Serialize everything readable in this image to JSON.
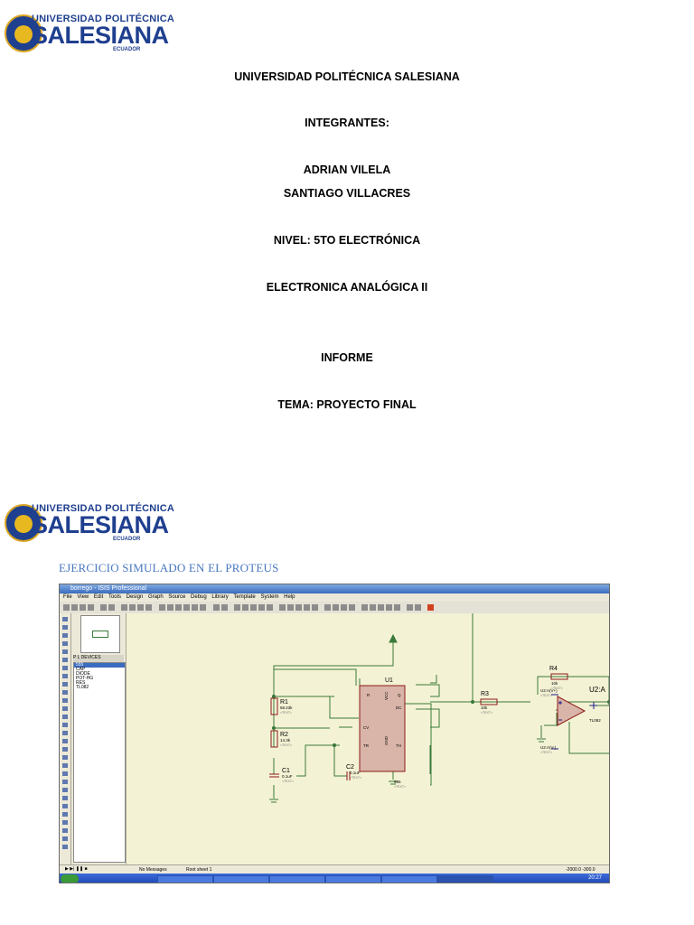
{
  "logo": {
    "line1": "UNIVERSIDAD POLITÉCNICA",
    "line2": "SALESIANA",
    "line3": "ECUADOR"
  },
  "cover": {
    "university": "UNIVERSIDAD POLITÉCNICA SALESIANA",
    "members_label": "INTEGRANTES:",
    "member1": "ADRIAN VILELA",
    "member2": "SANTIAGO VILLACRES",
    "level": "NIVEL: 5TO ELECTRÓNICA",
    "course": "ELECTRONICA ANALÓGICA II",
    "doc_type": "INFORME",
    "topic": "TEMA: PROYECTO FINAL"
  },
  "section": {
    "title": "EJERCICIO SIMULADO EN EL PROTEUS"
  },
  "screenshot": {
    "window_title": "borrego - ISIS Professional",
    "menu": [
      "File",
      "View",
      "Edit",
      "Tools",
      "Design",
      "Graph",
      "Source",
      "Debug",
      "Library",
      "Template",
      "System",
      "Help"
    ],
    "panel_tabs": "P  L      DEVICES",
    "devices": [
      "555",
      "CAP",
      "DIODE",
      "POT-HG",
      "RES",
      "TL082"
    ],
    "schematic": {
      "u1": "U1",
      "r1": "R1",
      "r1_val": "68.23k",
      "r2": "R2",
      "r2_val": "14.3k",
      "c1": "C1",
      "c1_val": "0.1uF",
      "c2": "C2",
      "c2_val": "0.1uF",
      "r3": "R3",
      "r3_val": "10k",
      "r4": "R4",
      "r4_val": "10k",
      "u2": "U2:A",
      "u2_chip": "TL082",
      "ic555": "555",
      "text_tag": "<TEXT>",
      "pin_r": "R",
      "pin_q": "Q",
      "pin_dc": "DC",
      "pin_cv": "CV",
      "pin_tr": "TR",
      "pin_th": "TH",
      "pin_vcc": "VCC",
      "pin_gnd": "GND",
      "vplus": "U2:A(V+)",
      "vminus": "U2:A(V-)"
    },
    "status": {
      "message": "No Messages",
      "sheet": "Root sheet 1",
      "coords": "-2000.0   -300.0"
    },
    "taskbar": {
      "clock": "20:27"
    },
    "colors": {
      "canvas": "#f4f2d4",
      "wire": "#3a7a3a",
      "component": "#8b1a1a",
      "chip_fill": "#d9b4a8"
    }
  }
}
